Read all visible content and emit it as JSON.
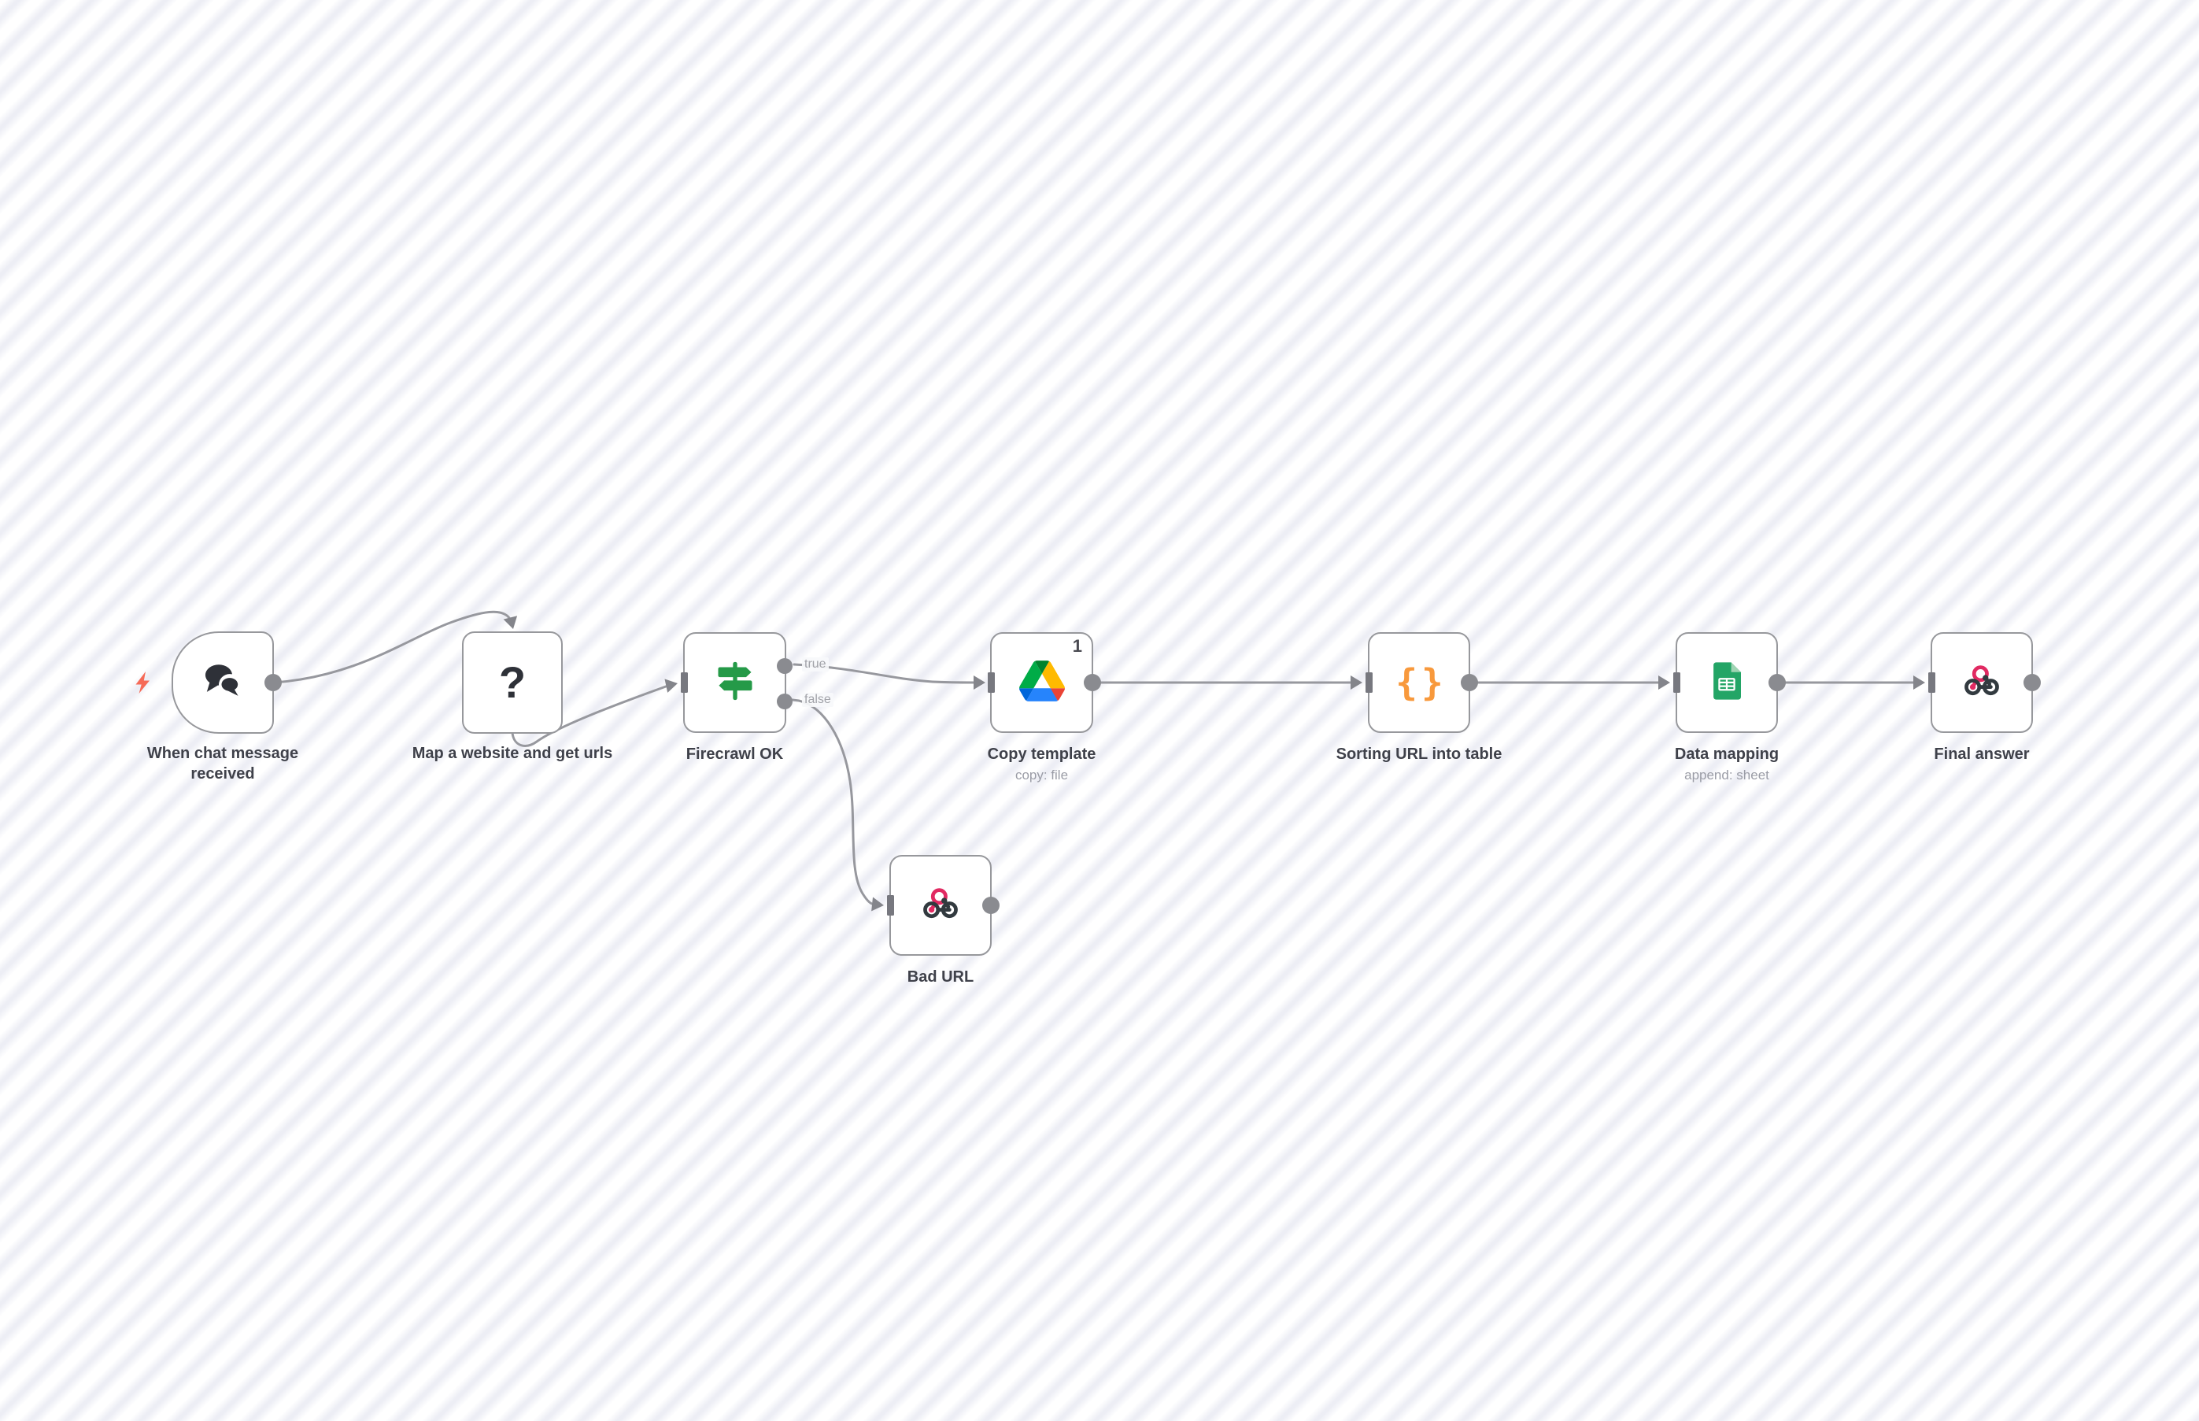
{
  "app": {
    "name": "workflow-editor-canvas"
  },
  "canvas": {
    "base_color": "#ffffff",
    "stripe_color": "#edeef5"
  },
  "colors": {
    "node_border": "#97989c",
    "wire": "#97989e",
    "port_dot": "#8a8b90",
    "trigger_bolt": "#f66a57",
    "if_icon_green": "#259a48",
    "code_icon_orange": "#f8993c",
    "webhook_pink": "#e12a62",
    "webhook_dark": "#323a3f",
    "sheets_green": "#23a566"
  },
  "ports": {
    "true_label": "true",
    "false_label": "false"
  },
  "nodes": [
    {
      "name": "When chat message received",
      "type": "chat-trigger",
      "icon": "chat-bubbles",
      "subtitle": ""
    },
    {
      "name": "Map a website and get urls",
      "type": "unknown-node",
      "icon": "question-mark",
      "glyph": "?"
    },
    {
      "name": "Firecrawl OK",
      "type": "if",
      "icon": "signpost",
      "outputs": [
        "true",
        "false"
      ]
    },
    {
      "name": "Copy template",
      "type": "google-drive",
      "icon": "google-drive",
      "subtitle": "copy: file",
      "items_badge": "1"
    },
    {
      "name": "Sorting URL into table",
      "type": "code",
      "icon": "curly-braces",
      "glyph": "{}"
    },
    {
      "name": "Data mapping",
      "type": "google-sheets",
      "icon": "google-sheets",
      "subtitle": "append: sheet"
    },
    {
      "name": "Final answer",
      "type": "webhook",
      "icon": "webhook",
      "subtitle": ""
    },
    {
      "name": "Bad URL",
      "type": "webhook",
      "icon": "webhook",
      "subtitle": ""
    }
  ],
  "connections": [
    {
      "from": "When chat message received",
      "to": "Map a website and get urls",
      "label": ""
    },
    {
      "from": "Map a website and get urls",
      "to": "Firecrawl OK",
      "label": ""
    },
    {
      "from": "Firecrawl OK",
      "to": "Copy template",
      "label": "true"
    },
    {
      "from": "Firecrawl OK",
      "to": "Bad URL",
      "label": "false"
    },
    {
      "from": "Copy template",
      "to": "Sorting URL into table",
      "label": ""
    },
    {
      "from": "Sorting URL into table",
      "to": "Data mapping",
      "label": ""
    },
    {
      "from": "Data mapping",
      "to": "Final answer",
      "label": ""
    }
  ]
}
